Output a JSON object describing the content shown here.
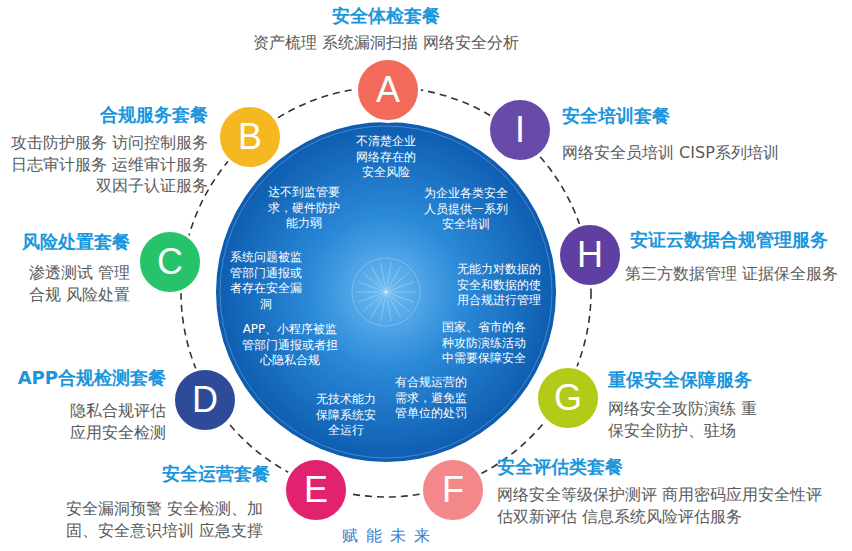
{
  "diagram": {
    "nodes": [
      {
        "text": [
          "不清楚企业网络存在的安全风险",
          "达不到监管要求，硬件防护能力弱",
          "系统问题被监管部门通报或者存在安全漏洞",
          "APP、小程序被监管部门通报或者担心隐私合规",
          "无技术能力保障系统安全运行",
          "有合规运营的需求，避免监管单位的处罚",
          "国家、省市的各种攻防演练活动中需要保障安全",
          "无能力对数据的安全和数据的使用合规进行管理",
          "为企业各类安全人员提供一系列安全培训"
        ]
      },
      {
        "text": [
          "A",
          "安全体检套餐",
          "资产梳理 系统漏洞扫描 网络安全分析"
        ]
      },
      {
        "text": [
          "B",
          "合规服务套餐",
          "攻击防护服务 访问控制服务 日志审计服务 运维审计服务 双因子认证服务"
        ]
      },
      {
        "text": [
          "C",
          "风险处置套餐",
          "渗透测试 管理 合规 风险处置"
        ]
      },
      {
        "text": [
          "D",
          "APP合规检测套餐",
          "隐私合规评估 应用安全检测"
        ]
      },
      {
        "text": [
          "E",
          "安全运营套餐",
          "安全漏洞预警 安全检测、加固、安全意识培训 应急支撑"
        ]
      },
      {
        "text": [
          "F",
          "安全评估类套餐",
          "网络安全等级保护测评 商用密码应用安全性评估双新评估 信息系统风险评估服务"
        ]
      },
      {
        "text": [
          "G",
          "重保安全保障服务",
          "网络安全攻防演练 重保安全防护、驻场"
        ]
      },
      {
        "text": [
          "H",
          "安证云数据合规管理服务",
          "第三方数据管理 证据保全服务"
        ]
      },
      {
        "text": [
          "I",
          "安全培训套餐",
          "网络安全员培训 CISP系列培训"
        ]
      }
    ],
    "edges": [],
    "labels": [
      "赋能未来"
    ]
  }
}
